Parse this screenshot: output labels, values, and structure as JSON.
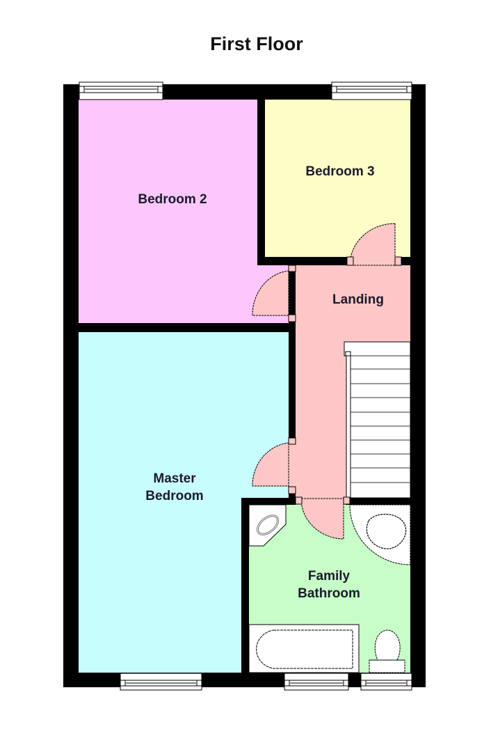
{
  "title": "First Floor",
  "colors": {
    "wall": "#000000",
    "bedroom2": "#fdc7fd",
    "bedroom3": "#fdfdc7",
    "landing": "#fdc7c7",
    "master_bedroom": "#c7fdfd",
    "family_bathroom": "#c7fdc7",
    "fixture": "#ffffff"
  },
  "rooms": {
    "bedroom2": {
      "label": "Bedroom 2"
    },
    "bedroom3": {
      "label": "Bedroom 3"
    },
    "landing": {
      "label": "Landing"
    },
    "master_bedroom": {
      "label_line1": "Master",
      "label_line2": "Bedroom"
    },
    "family_bathroom": {
      "label_line1": "Family",
      "label_line2": "Bathroom"
    }
  },
  "fixtures": [
    "staircase",
    "bath",
    "toilet",
    "corner-basin",
    "shower-tray"
  ],
  "windows": [
    "bedroom2-window",
    "bedroom3-window",
    "master-bedroom-window",
    "bathroom-window-1",
    "bathroom-window-2"
  ]
}
